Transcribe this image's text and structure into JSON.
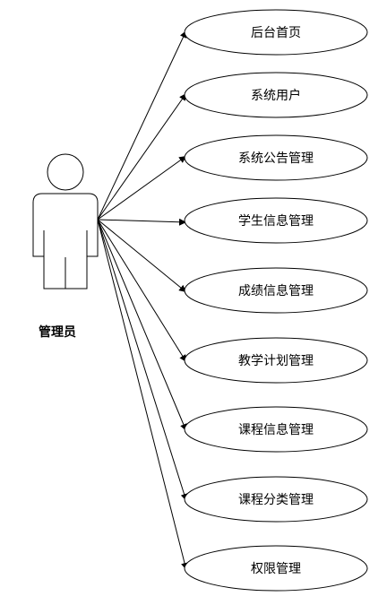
{
  "actor": {
    "label": "管理员"
  },
  "use_cases": [
    {
      "label": "后台首页"
    },
    {
      "label": "系统用户"
    },
    {
      "label": "系统公告管理"
    },
    {
      "label": "学生信息管理"
    },
    {
      "label": "成绩信息管理"
    },
    {
      "label": "教学计划管理"
    },
    {
      "label": "课程信息管理"
    },
    {
      "label": "课程分类管理"
    },
    {
      "label": "权限管理"
    }
  ],
  "colors": {
    "stroke": "#000000",
    "background": "#ffffff"
  }
}
